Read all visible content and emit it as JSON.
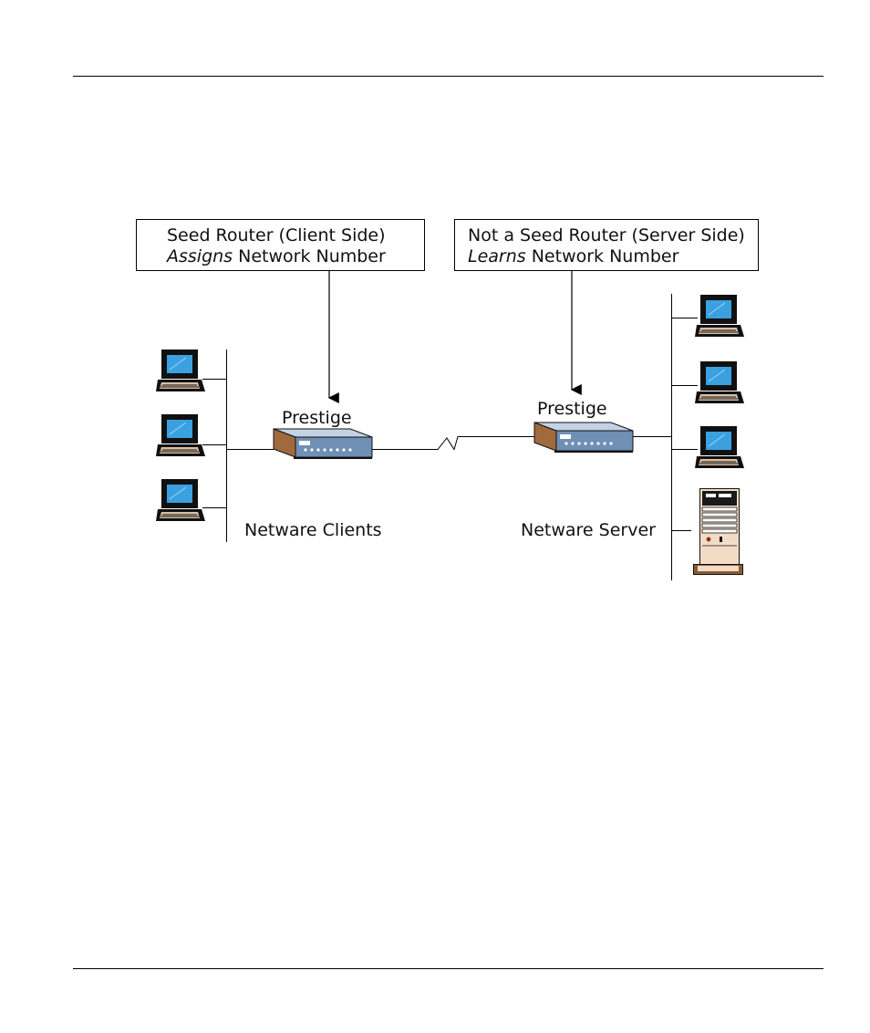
{
  "diagram": {
    "client_box": {
      "line1": "Seed Router (Client Side)",
      "line2_em": "Assigns",
      "line2_rest": " Network Number"
    },
    "server_box": {
      "line1": "Not a Seed Router (Server Side)",
      "line2_em": "Learns",
      "line2_rest": " Network Number"
    },
    "left_router_label": "Prestige",
    "right_router_label": "Prestige",
    "clients_label": "Netware Clients",
    "server_label": "Netware Server"
  },
  "colors": {
    "screen": "#3aa0e0",
    "router_top": "#c4d2e6",
    "router_front": "#6f8fb4",
    "router_side": "#a06a3c",
    "tower": "#f2dcc6",
    "tower_base": "#8a5a35"
  }
}
